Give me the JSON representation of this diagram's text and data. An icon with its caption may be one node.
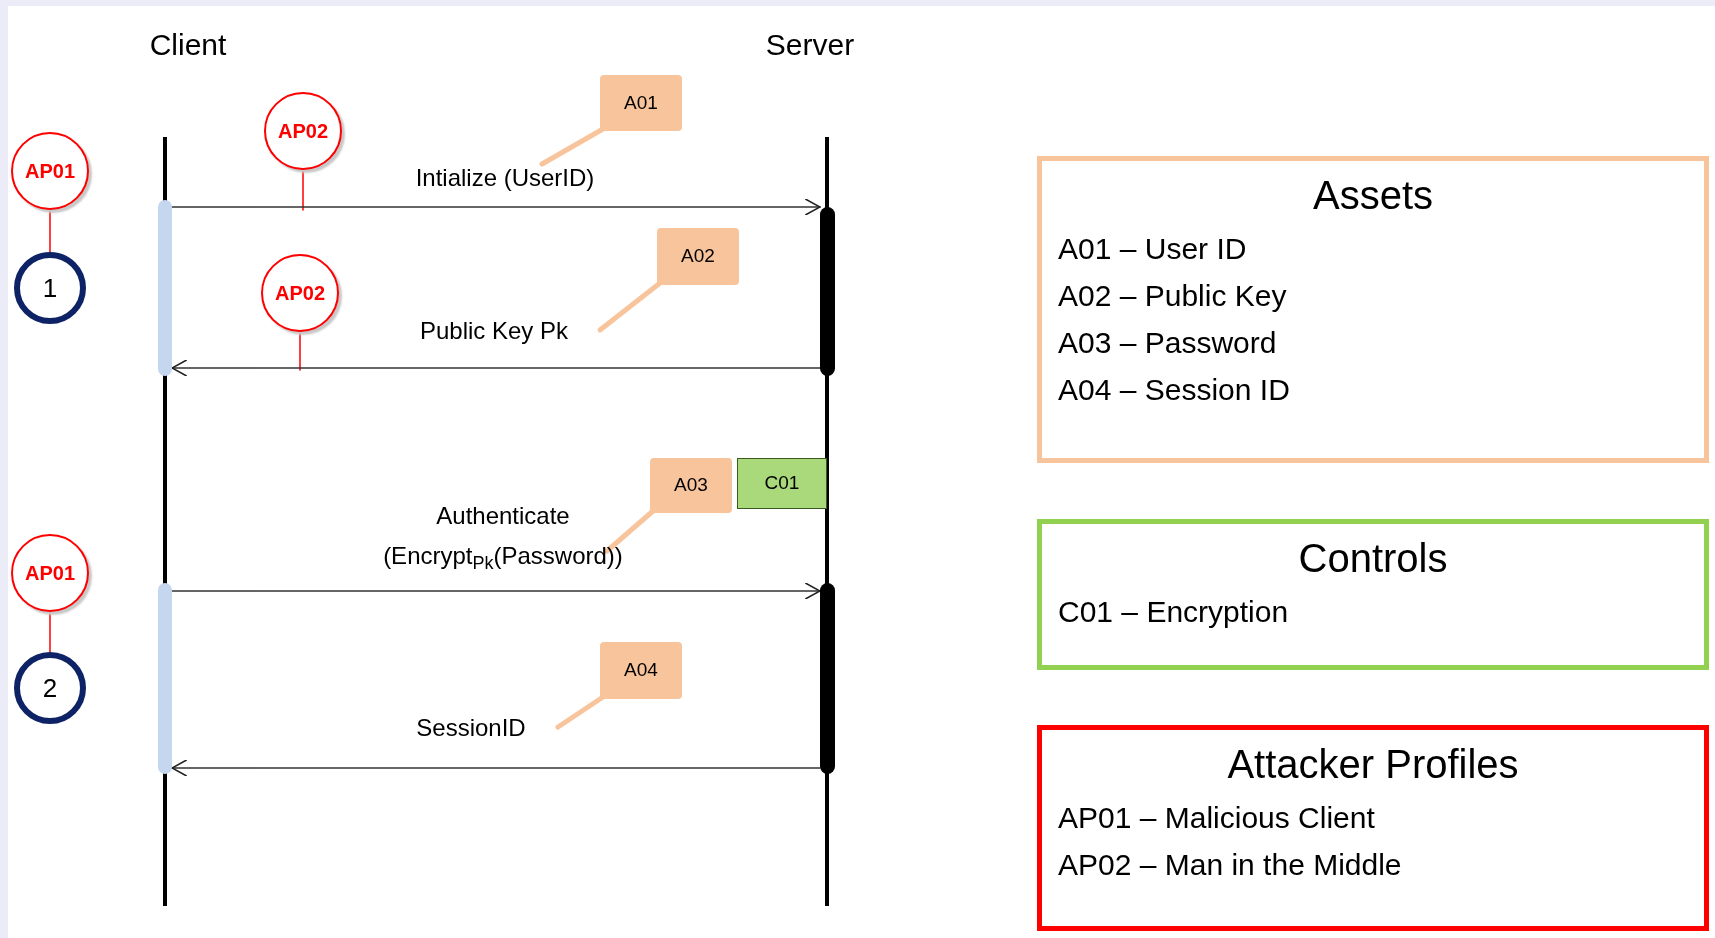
{
  "diagram": {
    "nodes": [
      {
        "text": [
          "Client"
        ]
      },
      {
        "text": [
          "Server"
        ]
      },
      {
        "text": [
          "AP01"
        ]
      },
      {
        "text": [
          "1"
        ]
      },
      {
        "text": [
          "AP02"
        ]
      },
      {
        "text": [
          "A01"
        ]
      },
      {
        "text": [],
        "shape": "bar"
      },
      {
        "text": [],
        "shape": "bar"
      },
      {
        "text": [
          "AP02"
        ]
      },
      {
        "text": [
          "A02"
        ]
      },
      {
        "text": [
          "A03"
        ]
      },
      {
        "text": [
          "C01"
        ]
      },
      {
        "text": [
          "AP01"
        ]
      },
      {
        "text": [
          "2"
        ]
      },
      {
        "text": [],
        "shape": "bar"
      },
      {
        "text": [],
        "shape": "bar"
      },
      {
        "text": [
          "A04"
        ]
      },
      {
        "text": [
          "Assets",
          "A01 – User ID",
          "A02 – Public Key",
          "A03 – Password",
          "A04 – Session ID"
        ]
      },
      {
        "text": [
          "Controls",
          "C01 – Encryption"
        ]
      },
      {
        "text": [
          "Attacker Profiles",
          "AP01 – Malicious Client",
          "AP02 – Man in the Middle"
        ]
      }
    ],
    "edges": [
      {
        "from": 2,
        "to": 3,
        "arrow": "none",
        "color": "#ff0000"
      },
      {
        "from": 4,
        "to": null,
        "arrow": "none",
        "color": "#ff0000"
      },
      {
        "from": 5,
        "to": null,
        "arrow": "none",
        "style": "thick",
        "color": "#f8c49c"
      },
      {
        "from": 6,
        "to": 7,
        "arrow": "to",
        "label": "Intialize (UserID)",
        "color": "#333333"
      },
      {
        "from": 8,
        "to": null,
        "arrow": "none",
        "color": "#ff0000"
      },
      {
        "from": 9,
        "to": null,
        "arrow": "none",
        "style": "thick",
        "color": "#f8c49c"
      },
      {
        "from": 7,
        "to": 6,
        "arrow": "to",
        "label": "Public Key Pk",
        "color": "#333333"
      },
      {
        "from": 10,
        "to": null,
        "arrow": "none",
        "style": "thick",
        "color": "#f8c49c"
      },
      {
        "from": 12,
        "to": 13,
        "arrow": "none",
        "color": "#ff0000"
      },
      {
        "from": 14,
        "to": 15,
        "arrow": "to",
        "label": "Authenticate (Encrypt$_{Pk}$(Password))",
        "color": "#333333"
      },
      {
        "from": 16,
        "to": null,
        "arrow": "none",
        "style": "thick",
        "color": "#f8c49c"
      },
      {
        "from": 15,
        "to": 14,
        "arrow": "to",
        "label": "SessionID",
        "color": "#333333"
      }
    ]
  }
}
